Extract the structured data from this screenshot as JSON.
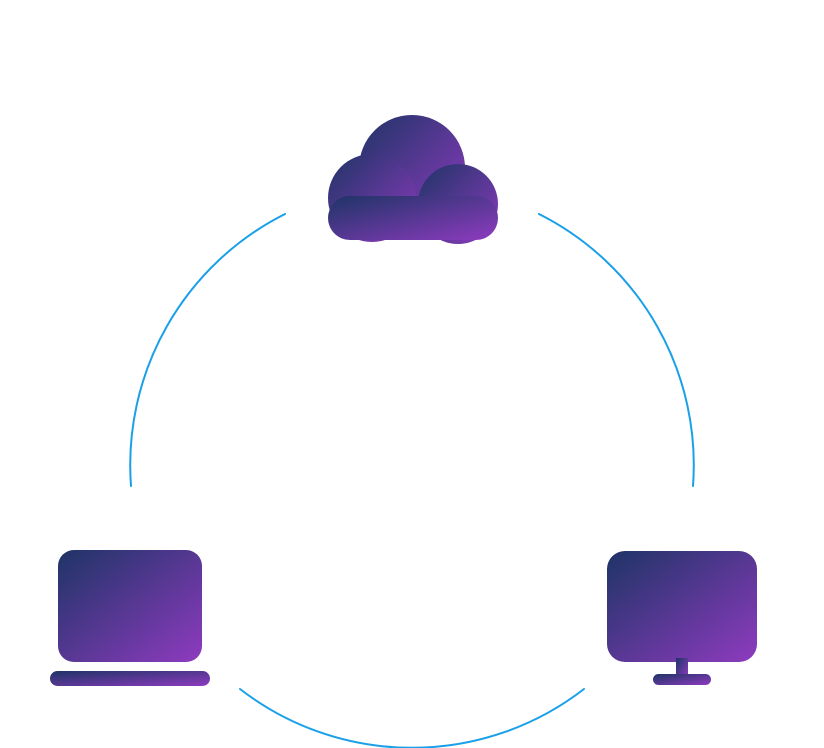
{
  "diagram": {
    "type": "cycle",
    "nodes": [
      {
        "id": "cloud",
        "icon": "cloud-icon"
      },
      {
        "id": "laptop",
        "icon": "laptop-icon"
      },
      {
        "id": "desktop",
        "icon": "desktop-monitor-icon"
      }
    ],
    "connectors": [
      {
        "from": "laptop",
        "to": "cloud"
      },
      {
        "from": "cloud",
        "to": "desktop"
      },
      {
        "from": "desktop",
        "to": "laptop"
      }
    ]
  },
  "colors": {
    "connector": "#1aa0e8",
    "gradient_start": "#1e3466",
    "gradient_end": "#8e3bbf",
    "background": "#ffffff"
  }
}
